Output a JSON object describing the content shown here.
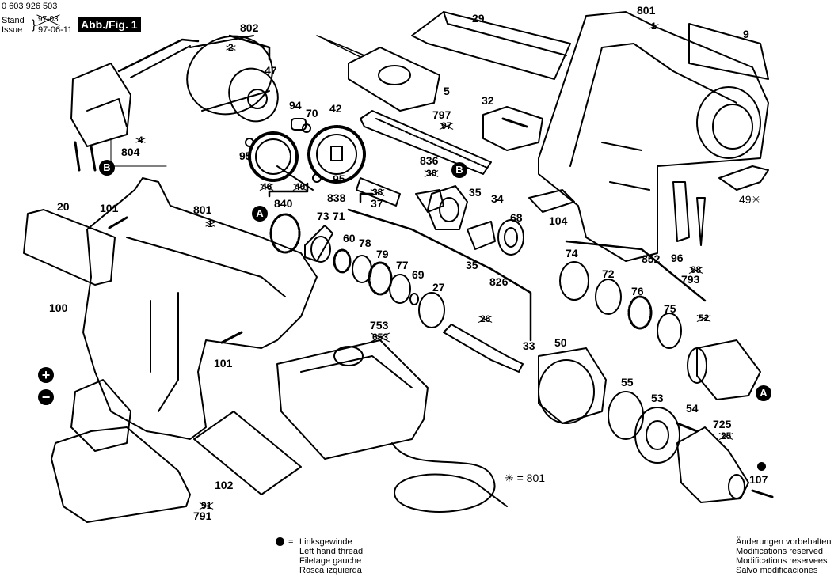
{
  "header": {
    "part_number": "0 603 926 503",
    "stand_label": "Stand",
    "issue_label": "Issue",
    "old_date": "97-03",
    "date": "97-06-11",
    "figure_label": "Abb./Fig. 1"
  },
  "callouts": {
    "c802": "802",
    "c2": "2",
    "c47": "47",
    "c804": "804",
    "c4": "4",
    "c94": "94",
    "c70": "70",
    "c42": "42",
    "c95a": "95",
    "c95b": "95",
    "c46": "46",
    "c40": "40",
    "c840": "840",
    "c838": "838",
    "c38": "38",
    "c37": "37",
    "c29": "29",
    "c5": "5",
    "c801a": "801",
    "c1a": "1",
    "c9": "9",
    "c32": "32",
    "c797": "797",
    "c97": "97",
    "c836": "836",
    "c36": "36",
    "c35a": "35",
    "c35b": "35",
    "c34": "34",
    "c68": "68",
    "c104": "104",
    "c49": "49",
    "c20": "20",
    "c101a": "101",
    "c801b": "801",
    "c1b": "1",
    "c100": "100",
    "c101b": "101",
    "c73": "73",
    "c71": "71",
    "c60": "60",
    "c78": "78",
    "c79": "79",
    "c77": "77",
    "c69": "69",
    "c27": "27",
    "c826": "826",
    "c26": "26",
    "c33": "33",
    "c74": "74",
    "c72": "72",
    "c852": "852",
    "c76": "76",
    "c75": "75",
    "c52": "52",
    "c96": "96",
    "c98": "98",
    "c793": "793",
    "c753": "753",
    "c653": "653",
    "c50": "50",
    "c55": "55",
    "c53": "53",
    "c54": "54",
    "c725": "725",
    "c25": "25",
    "c107": "107",
    "c102": "102",
    "c91": "91",
    "c791": "791"
  },
  "markers": {
    "A": "A",
    "B": "B",
    "plus": "+",
    "minus": "−",
    "asterisk": "✳"
  },
  "legend": {
    "asterisk_note": "✳ = 801",
    "left_thread": [
      "Linksgewinde",
      "Left hand thread",
      "Filetage gauche",
      "Rosca izquierda"
    ],
    "equals": "=",
    "reserved": [
      "Änderungen vorbehalten",
      "Modifications reserved",
      "Modifications reservees",
      "Salvo modificaciones"
    ]
  }
}
